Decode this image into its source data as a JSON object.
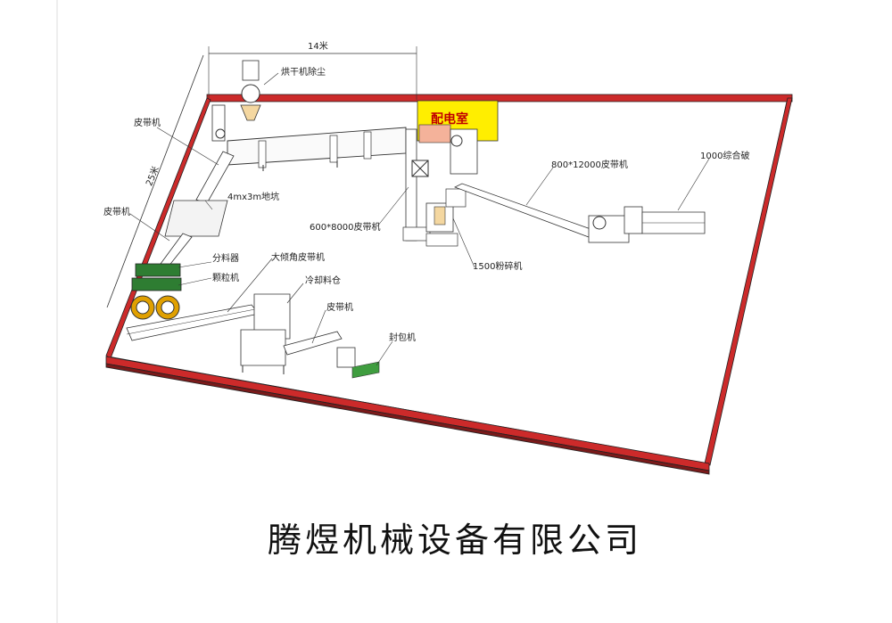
{
  "colors": {
    "wall": "#7a1a1a",
    "wall_top": "#cc2a2a",
    "floor": "#ffffff",
    "power_room": "#ffee00",
    "granulator": "#2e7d32",
    "ring": "#e0a000",
    "line": "#333333"
  },
  "dimensions": {
    "width": "14米",
    "length": "25米"
  },
  "labels": {
    "dryer_dust": "烘干机除尘",
    "belt1": "皮带机",
    "belt2": "皮带机",
    "pit": "4mx3m地坑",
    "splitter": "分料器",
    "granulator": "颗粒机",
    "incline_belt": "大倾角皮带机",
    "cooling_bin": "冷却料仓",
    "belt3": "皮带机",
    "packer": "封包机",
    "power_room": "配电室",
    "belt_800": "800*12000皮带机",
    "crusher_1000": "1000综合破",
    "belt_600": "600*8000皮带机",
    "mill_1500": "1500粉碎机"
  },
  "company_name": "腾煜机械设备有限公司"
}
